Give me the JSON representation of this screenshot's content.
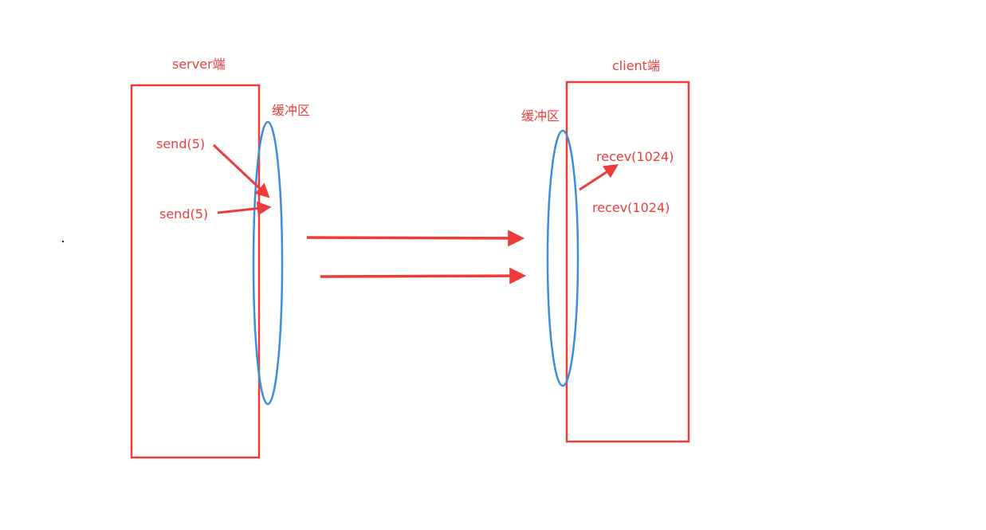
{
  "colors": {
    "red": "#ee3b3b",
    "blue": "#3a8ede",
    "background": "#ffffff"
  },
  "server": {
    "title": "server端",
    "buffer_label": "缓冲区",
    "calls": [
      "send(5)",
      "send(5)"
    ]
  },
  "client": {
    "title": "client端",
    "buffer_label": "缓冲区",
    "calls": [
      "recev(1024)",
      "recev(1024)"
    ]
  }
}
